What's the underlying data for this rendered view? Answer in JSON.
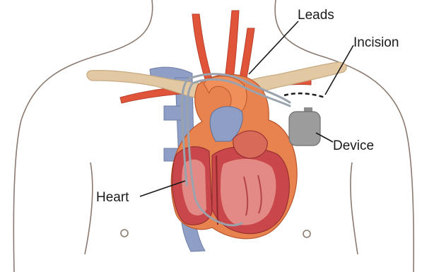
{
  "labels": {
    "leads": "Leads",
    "incision": "Incision",
    "device": "Device",
    "heart": "Heart"
  },
  "colors": {
    "skin_outline": "#8a7a70",
    "clavicle": "#e3c9a3",
    "artery": "#e0553a",
    "heart_body": "#e8834f",
    "myocardium": "#c9474a",
    "chamber": "#e48a86",
    "vein": "#8f9ec4",
    "lead_wire": "#9aa3ad",
    "device": "#9c9c9c",
    "incision": "#1a1a1a",
    "label_text": "#1a1a1a"
  }
}
